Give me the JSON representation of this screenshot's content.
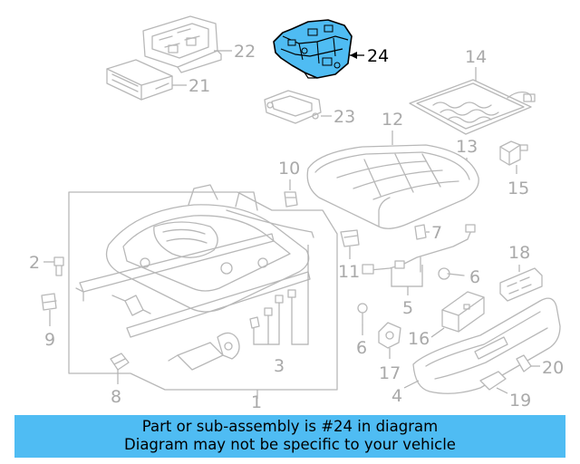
{
  "highlight_color": "#4fbcf3",
  "callouts": {
    "c1": "1",
    "c2": "2",
    "c3": "3",
    "c4": "4",
    "c5": "5",
    "c6a": "6",
    "c6b": "6",
    "c7": "7",
    "c8": "8",
    "c9": "9",
    "c10": "10",
    "c11": "11",
    "c12": "12",
    "c13": "13",
    "c14": "14",
    "c15": "15",
    "c16": "16",
    "c17": "17",
    "c18": "18",
    "c19": "19",
    "c20": "20",
    "c21": "21",
    "c22": "22",
    "c23": "23",
    "c24": "24"
  },
  "banner": {
    "line1": "Part or sub-assembly is #24 in diagram",
    "line2": "Diagram may not be specific to your vehicle"
  }
}
